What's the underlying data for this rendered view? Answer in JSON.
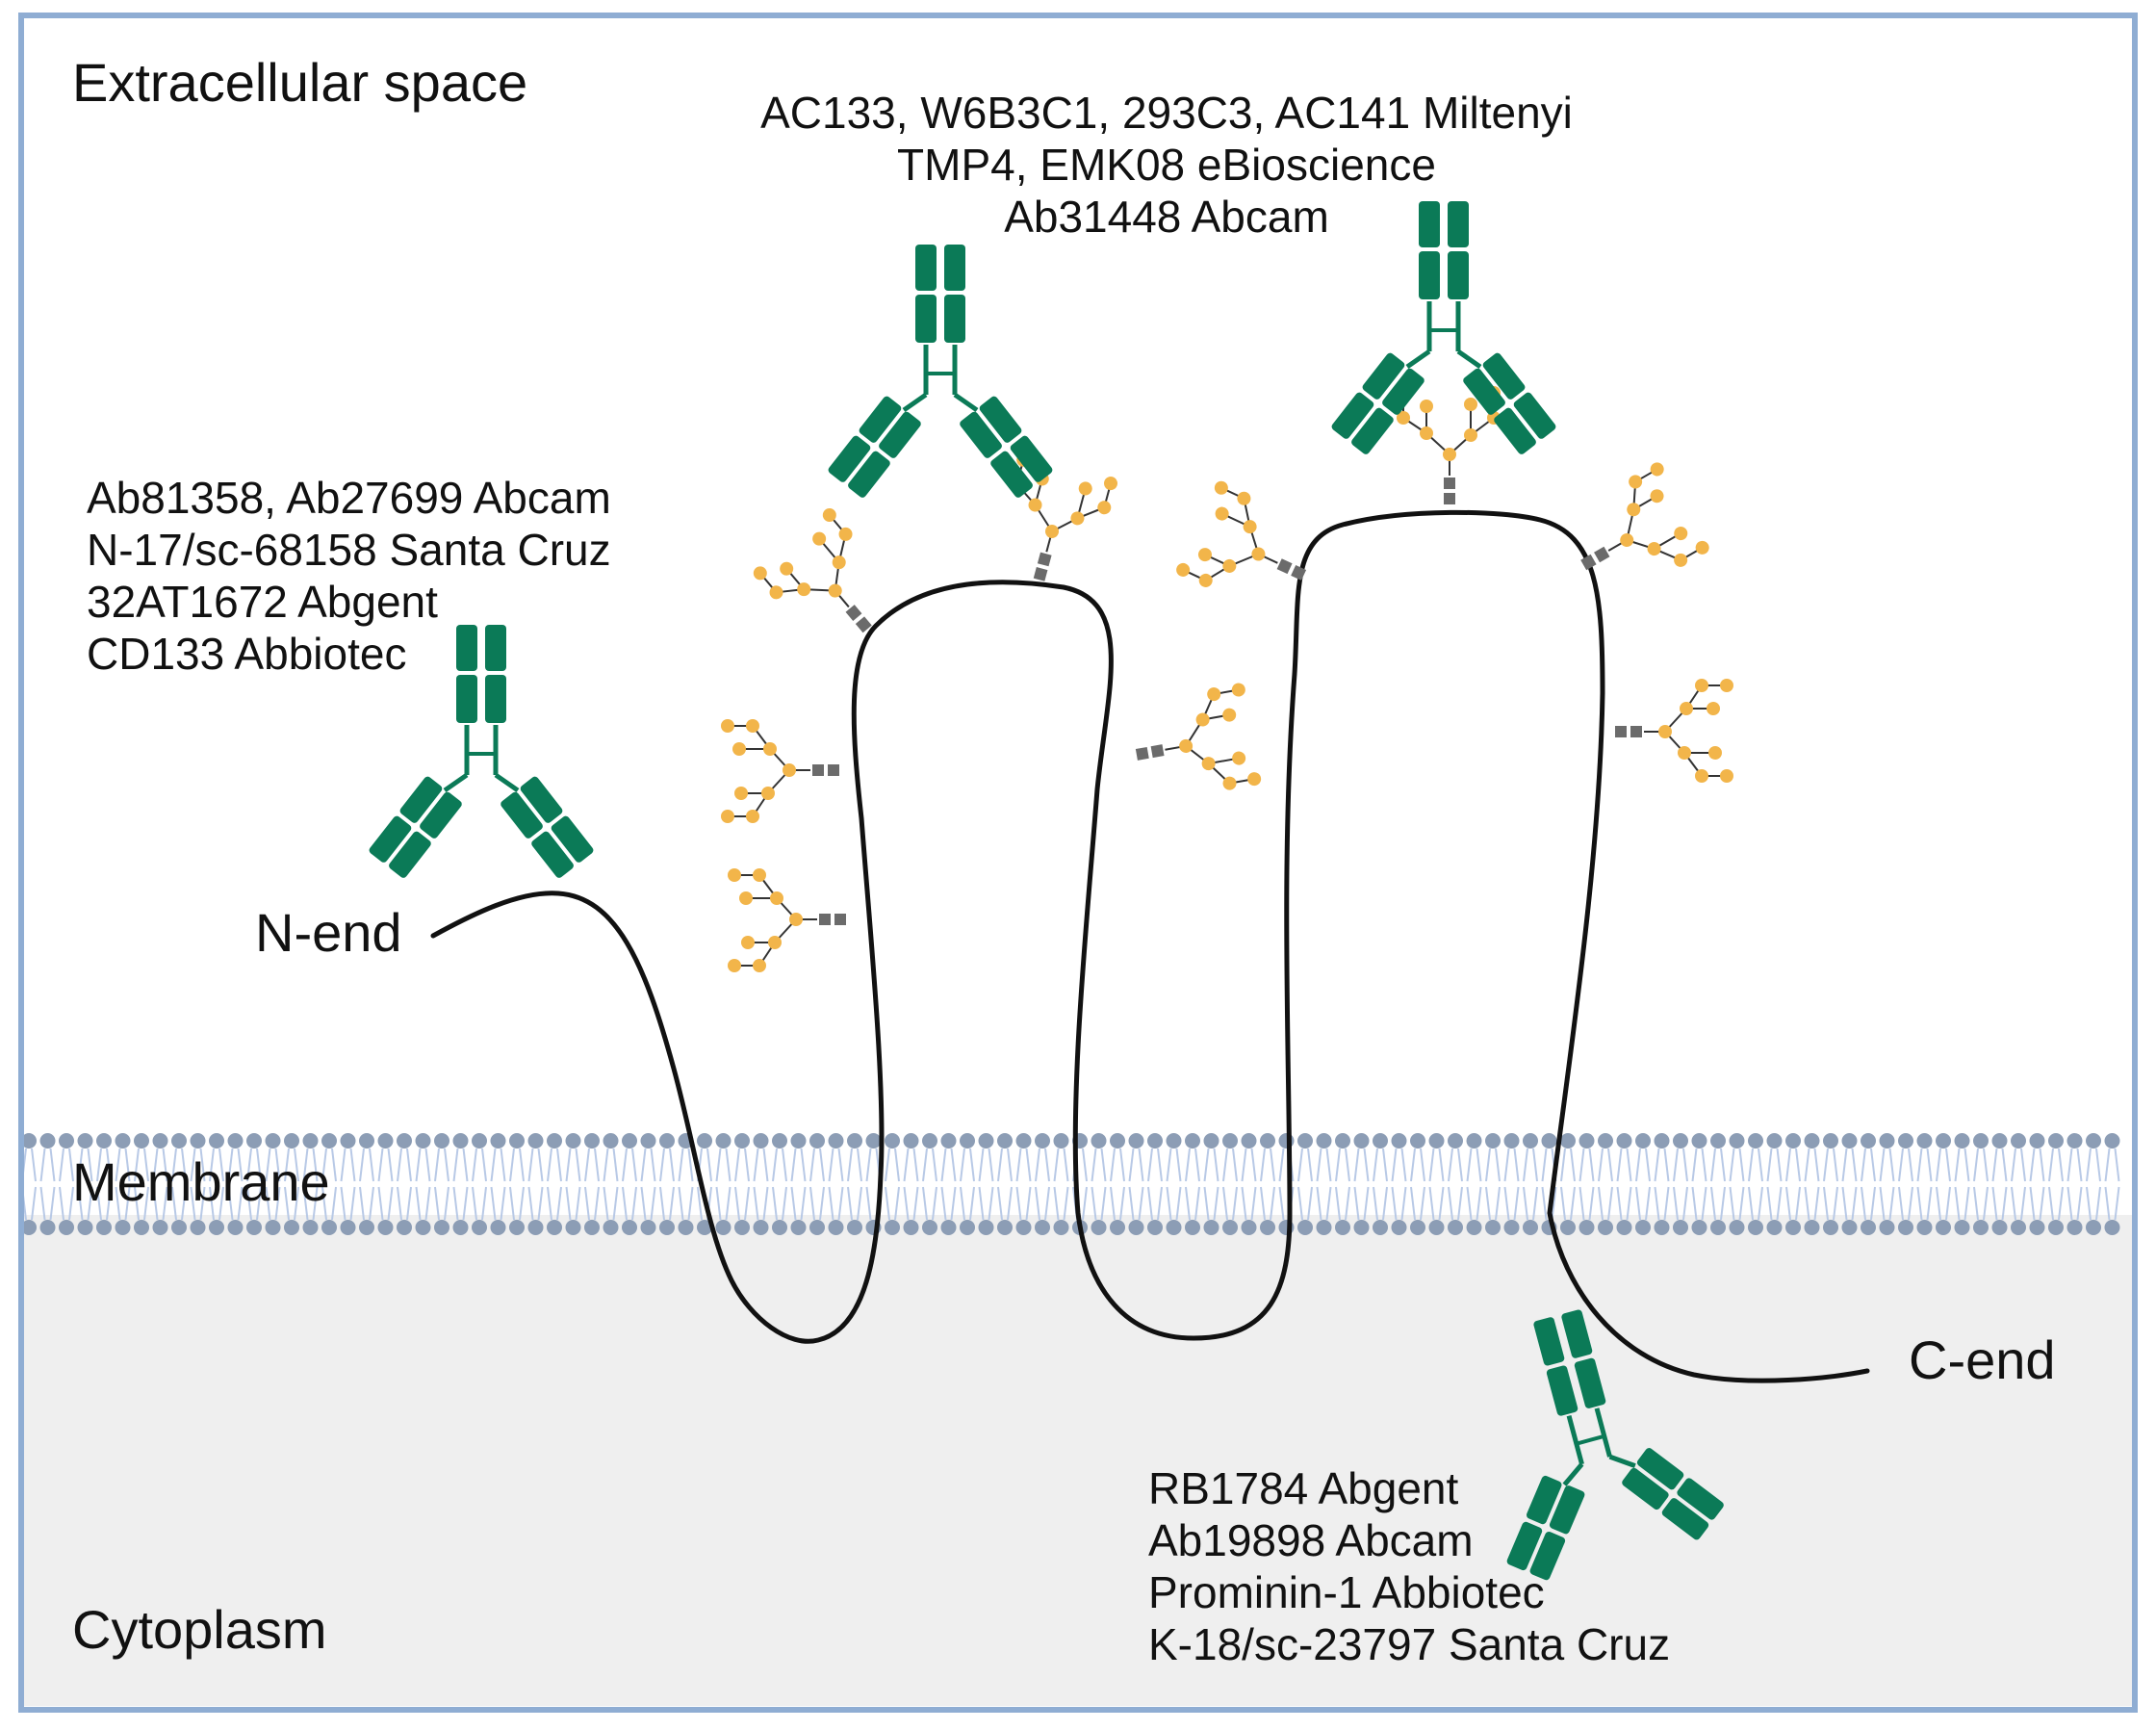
{
  "regions": {
    "extracellular": "Extracellular space",
    "membrane": "Membrane",
    "cytoplasm": "Cytoplasm"
  },
  "termini": {
    "n_end": "N-end",
    "c_end": "C-end"
  },
  "antibody_groups": {
    "n_terminal": [
      "Ab81358, Ab27699 Abcam",
      "N-17/sc-68158 Santa Cruz",
      "32AT1672 Abgent",
      "CD133 Abbiotec"
    ],
    "extracellular_loops": [
      "AC133, W6B3C1, 293C3, AC141 Miltenyi",
      "TMP4, EMK08 eBioscience",
      "Ab31448 Abcam"
    ],
    "c_terminal": [
      "RB1784 Abgent",
      "Ab19898 Abcam",
      "Prominin-1 Abbiotec",
      "K-18/sc-23797 Santa Cruz"
    ]
  },
  "colors": {
    "frame": "#8fadd3",
    "cytoplasm_fill": "#efefef",
    "lipid_head": "#8c9db5",
    "lipid_tail": "#b8c9e6",
    "antibody": "#0b7a57",
    "glycan_sugar": "#f2b54a",
    "glycan_link": "#6b6b6b",
    "protein_strand": "#111111"
  }
}
